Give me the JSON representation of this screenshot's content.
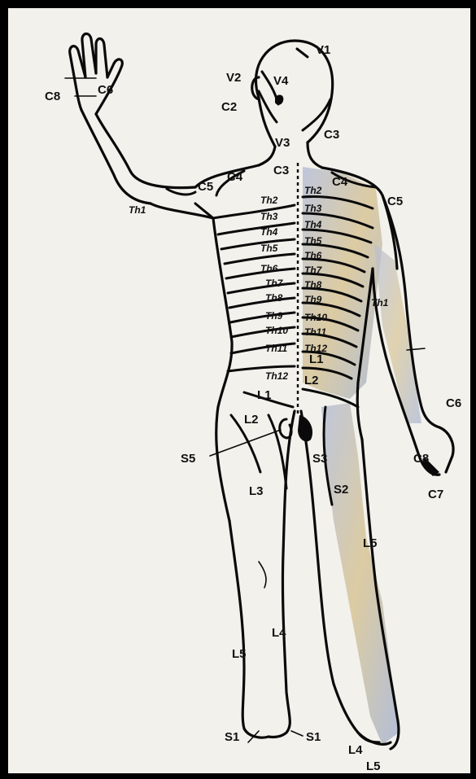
{
  "labels": {
    "v1": "V1",
    "v2": "V2",
    "v3": "V3",
    "v4": "V4",
    "c2": "C2",
    "c3_neck": "C3",
    "c3_left": "C3",
    "c4_left": "C4",
    "c4_right": "C4",
    "c5_left": "C5",
    "c5_right": "C5",
    "c6_hand_left": "C6",
    "c6_right": "C6",
    "c7": "C7",
    "c8_left": "C8",
    "c8_right": "C8",
    "th1_left": "Th1",
    "th1_right": "Th1",
    "th2_l": "Th2",
    "th3_l": "Th3",
    "th4_l": "Th4",
    "th5_l": "Th5",
    "th6_l": "Th6",
    "th7_l": "Th7",
    "th8_l": "Th8",
    "th9_l": "Th9",
    "th10_l": "Th10",
    "th11_l": "Th11",
    "th12_l": "Th12",
    "th2_r": "Th2",
    "th3_r": "Th3",
    "th4_r": "Th4",
    "th5_r": "Th5",
    "th6_r": "Th6",
    "th7_r": "Th7",
    "th8_r": "Th8",
    "th9_r": "Th9",
    "th10_r": "Th10",
    "th11_r": "Th11",
    "th12_r": "Th12",
    "l1_left": "L1",
    "l1_right": "L1",
    "l2_left": "L2",
    "l2_right": "L2",
    "l3": "L3",
    "l4_left": "L4",
    "l4_right": "L4",
    "l5_left": "L5",
    "l5_right": "L5",
    "l5_foot": "L5",
    "s1_left": "S1",
    "s1_right": "S1",
    "s2": "S2",
    "s3": "S3",
    "s5": "S5"
  },
  "colors": {
    "frame": "#000000",
    "paper": "#f2f1ec",
    "line": "#0a0a0a",
    "shade_blue": "#a9b4cf",
    "shade_ochre": "#d9c28c"
  }
}
